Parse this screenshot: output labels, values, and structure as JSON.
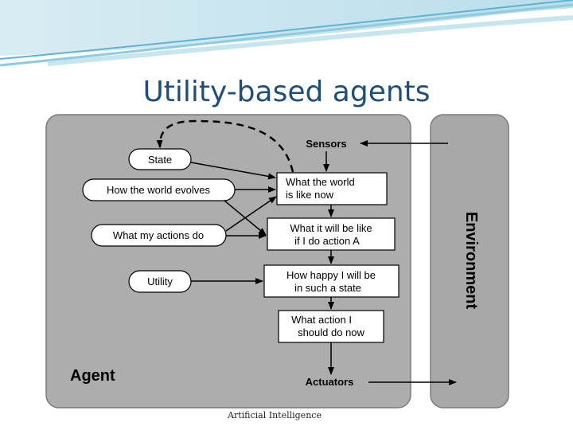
{
  "slide": {
    "title": "Utility-based agents",
    "footer": "Artificial Intelligence"
  },
  "diagram": {
    "agent_label": "Agent",
    "environment_label": "Environment",
    "sensors": "Sensors",
    "actuators": "Actuators",
    "internal_state": [
      "State",
      "How the world evolves",
      "What my actions do",
      "Utility"
    ],
    "reasoning_steps": [
      [
        "What the world",
        "is like now"
      ],
      [
        "What it will be like",
        "if I do action A"
      ],
      [
        "How happy I will be",
        "in such a state"
      ],
      [
        "What action I",
        "should do now"
      ]
    ]
  },
  "colors": {
    "title": "#1f4e79",
    "agent_panel": "#adadad",
    "environment_panel": "#a8a8a8",
    "box_fill": "#ffffff",
    "stroke": "#000000"
  }
}
